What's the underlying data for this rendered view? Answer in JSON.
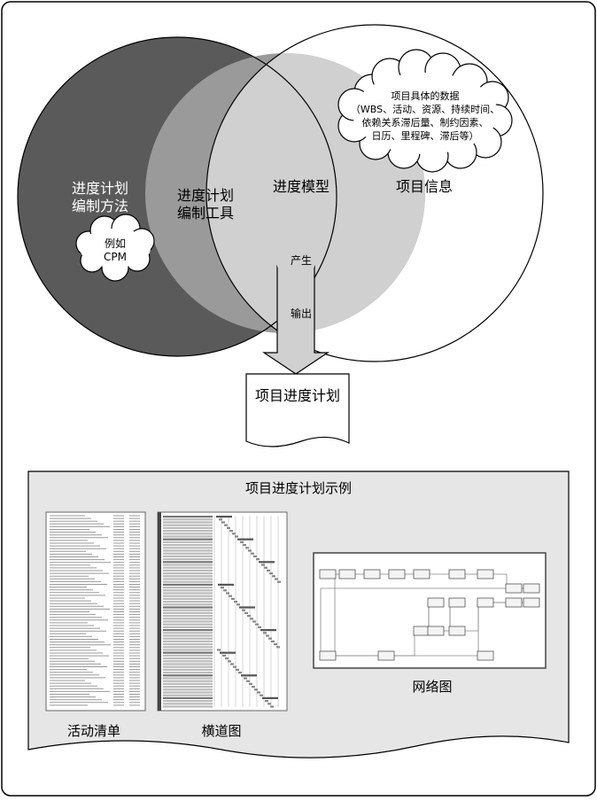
{
  "venn": {
    "method": [
      "进度计划",
      "编制方法"
    ],
    "tool": [
      "进度计划",
      "编制工具"
    ],
    "model": "进度模型",
    "info": "项目信息"
  },
  "cloud_method": {
    "lines": [
      "例如",
      "CPM"
    ]
  },
  "cloud_info": {
    "lines": [
      "项目具体的数据",
      "（WBS、活动、资源、持续时间、",
      "依赖关系滞后量、制约因素、",
      "日历、里程碑、滞后等）"
    ]
  },
  "arrow": {
    "produce": "产生",
    "output": "输出"
  },
  "output_doc": {
    "title": "项目进度计划"
  },
  "examples": {
    "title": "项目进度计划示例",
    "activity_list": "活动清单",
    "bar_chart": "横道图",
    "network_diagram": "网络图"
  },
  "colors": {
    "dark": "#5a5a5a",
    "mid": "#9a9a9a",
    "light": "#d0d0d0",
    "panel": "#e6e6e6"
  }
}
